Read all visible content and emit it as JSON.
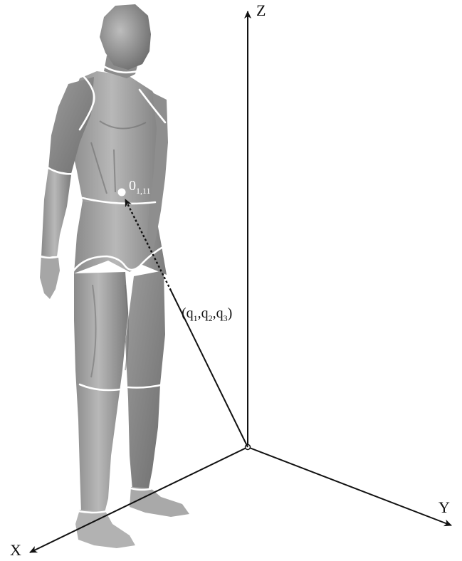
{
  "axes": {
    "z_label": "Z",
    "y_label": "Y",
    "x_label": "X"
  },
  "point": {
    "label_main": "0",
    "label_sub": "1,11"
  },
  "vector": {
    "open": "(",
    "q": "q",
    "s1": "1",
    "s2": "2",
    "s3": "3",
    "comma": ",",
    "close": ")"
  },
  "colors": {
    "body_light": "#b4b4b4",
    "body_dark": "#7a7a7a",
    "segment_lines": "#ffffff",
    "axes": "#111111"
  }
}
